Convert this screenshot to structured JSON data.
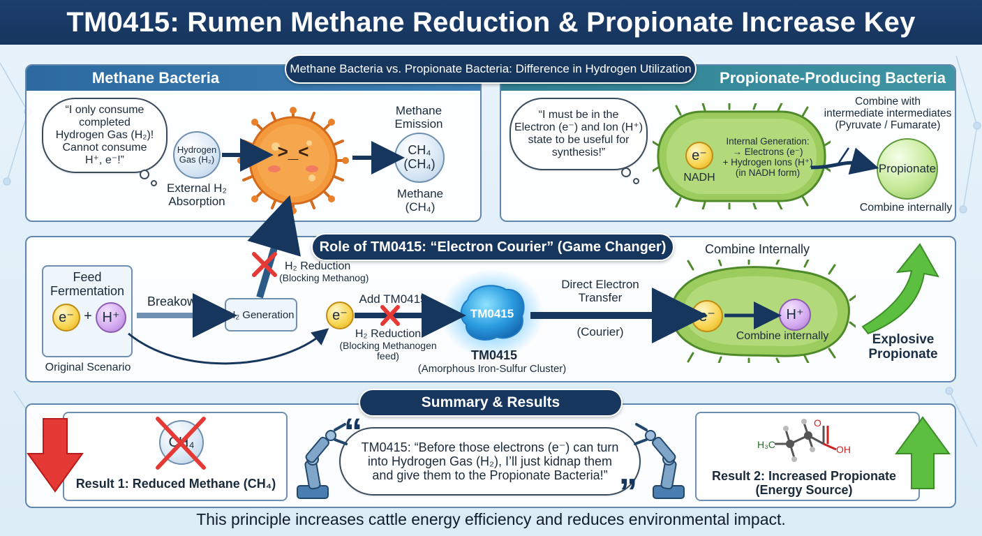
{
  "title": "TM0415: Rumen Methane Reduction & Propionate Increase Key",
  "compare_pill": "Methane Bacteria vs. Propionate Bacteria: Difference in Hydrogen Utilization",
  "methane_panel": {
    "header": "Methane Bacteria",
    "thought_1": "“I only consume",
    "thought_2": "completed",
    "thought_3": "Hydrogen Gas (H₂)!",
    "thought_4": "Cannot consume",
    "thought_5": "H⁺, e⁻!”",
    "hydrogen_gas_1": "Hydrogen",
    "hydrogen_gas_2": "Gas (H₂)",
    "external_1": "External H₂",
    "external_2": "Absorption",
    "face": ">_<",
    "emission_1": "Methane",
    "emission_2": "Emission",
    "ch4_1": "CH₄",
    "ch4_2": "(CH₄)",
    "methane_label_1": "Methane",
    "methane_label_2": "(CH₄)"
  },
  "propionate_panel": {
    "header": "Propionate-Producing Bacteria",
    "thought_1": "“I must be in the",
    "thought_2": "Electron (e⁻) and Ion (H⁺)",
    "thought_3": "state to be useful for",
    "thought_4": "synthesis!”",
    "electron": "e⁻",
    "nadh": "NADH",
    "internal_1": "Internal Generation:",
    "internal_2": "→ Electrons (e⁻)",
    "internal_3": "+ Hydrogen Ions (H⁺)",
    "internal_4": "(in NADH form)",
    "combine_1": "Combine with",
    "combine_2": "intermediate intermediates",
    "combine_3": "(Pyruvate / Fumarate)",
    "propionate": "Propionate",
    "combine_internally": "Combine internally"
  },
  "role_panel": {
    "pill": "Role of TM0415: “Electron Courier” (Game Changer)",
    "feed_1": "Feed",
    "feed_2": "Fermentation",
    "electron": "e⁻",
    "plus": "+",
    "proton": "H⁺",
    "original": "Original Scenario",
    "breakdown": "Breakown",
    "h2_generation": "H₂ Generation",
    "h2_reduction_top": "H₂ Reduction",
    "blocking_top": "(Blocking Methanog)",
    "electron_2": "e⁻",
    "add_tm": "Add TM0415",
    "h2_reduction_mid": "H₂ Reduction",
    "blocking_mid_1": "(Blocking Methanogen",
    "blocking_mid_2": "feed)",
    "tm_blob": "TM0415",
    "tm_name": "TM0415",
    "tm_desc": "(Amorphous Iron-Sulfur Cluster)",
    "direct_1": "Direct Electron",
    "direct_2": "Transfer",
    "courier": "(Courier)",
    "combine_top": "Combine Internally",
    "electron_3": "e⁻",
    "proton_2": "H⁺",
    "combine_internally": "Combine internally",
    "explosive_1": "Explosive",
    "explosive_2": "Propionate"
  },
  "summary": {
    "pill": "Summary & Results",
    "ch4": "CH₄",
    "result1": "Result 1: Reduced Methane (CH₄)",
    "quote_1": "TM0415: “Before those electrons (e⁻) can turn",
    "quote_2": "into Hydrogen Gas (H₂), I’ll just kidnap them",
    "quote_3": "and give them to the Propionate Bacteria!”",
    "open_quote": "“",
    "close_quote": "”",
    "h3c": "H₃C",
    "oh": "OH",
    "o": "O",
    "result2_1": "Result 2: Increased Propionate",
    "result2_2": "(Energy Source)"
  },
  "footer": "This principle increases cattle energy efficiency and reduces environmental impact.",
  "colors": {
    "navy": "#17365d",
    "methane_header": "#2f6ea3",
    "propionate_header": "#3b8a9a",
    "green_arrow": "#5cbf3f",
    "red_arrow": "#e53935",
    "red_cross": "#e53935"
  }
}
